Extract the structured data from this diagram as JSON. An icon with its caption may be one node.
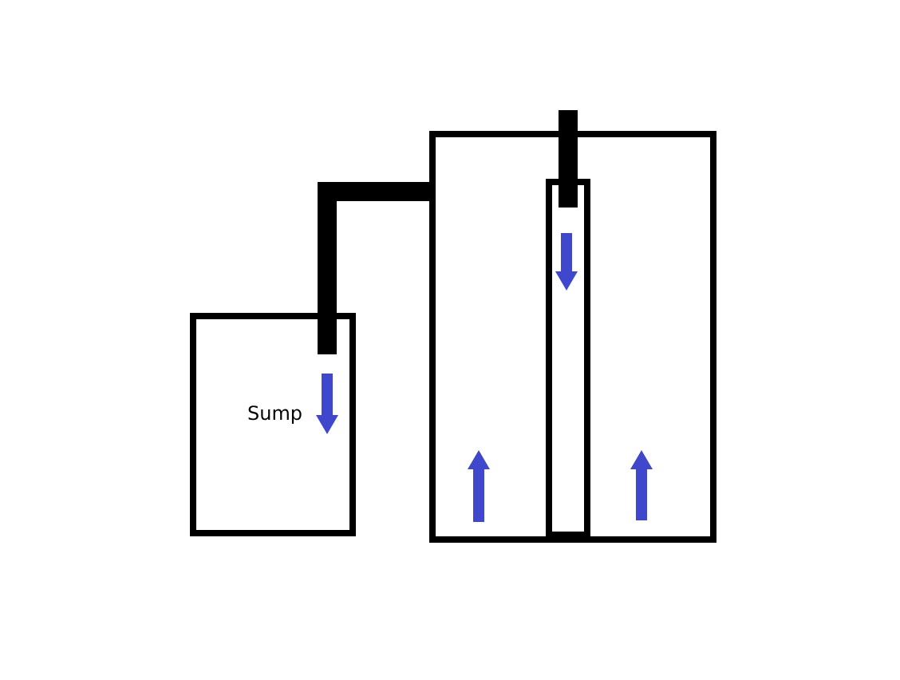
{
  "diagram": {
    "nodes": [
      {
        "text": [
          "Sump"
        ]
      },
      {
        "text": [],
        "shape": "box"
      },
      {
        "text": [],
        "shape": "box",
        "in": 1
      }
    ],
    "edges": [
      {
        "from": 1,
        "to": 0,
        "arrow": "none"
      },
      {
        "from": null,
        "to": 2,
        "arrow": "none"
      }
    ]
  }
}
